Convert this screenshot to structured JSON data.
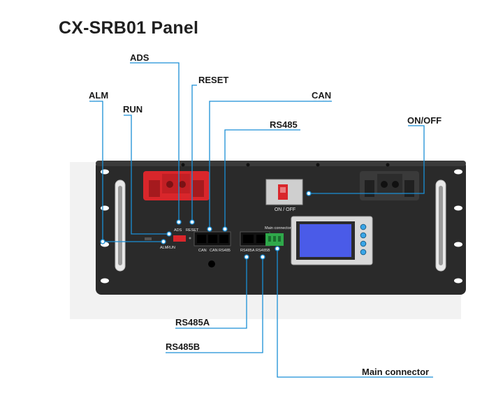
{
  "title": "CX-SRB01 Panel",
  "callouts": {
    "ads": "ADS",
    "reset": "RESET",
    "alm": "ALM",
    "run": "RUN",
    "can": "CAN",
    "rs485": "RS485",
    "onoff": "ON/OFF",
    "rs485a": "RS485A",
    "rs485b": "RS485B",
    "main_connector": "Main connector"
  },
  "panel_print": {
    "onoff": "ON / OFF",
    "ads": "ADS",
    "reset": "RESET",
    "alm": "ALM",
    "run": "RUN",
    "can1": "CAN",
    "can2": "CAN",
    "rs485": "RS485",
    "rs485a": "RS485A",
    "rs485b": "RS485B",
    "main_connector": "Main connector"
  },
  "colors": {
    "leader": "#1a8fd6",
    "panel": "#2a2a2a",
    "terminal_positive": "#d9262b",
    "terminal_negative": "#3a3a3a",
    "lcd": "#4a5be8",
    "connector_green": "#2fa84a"
  }
}
